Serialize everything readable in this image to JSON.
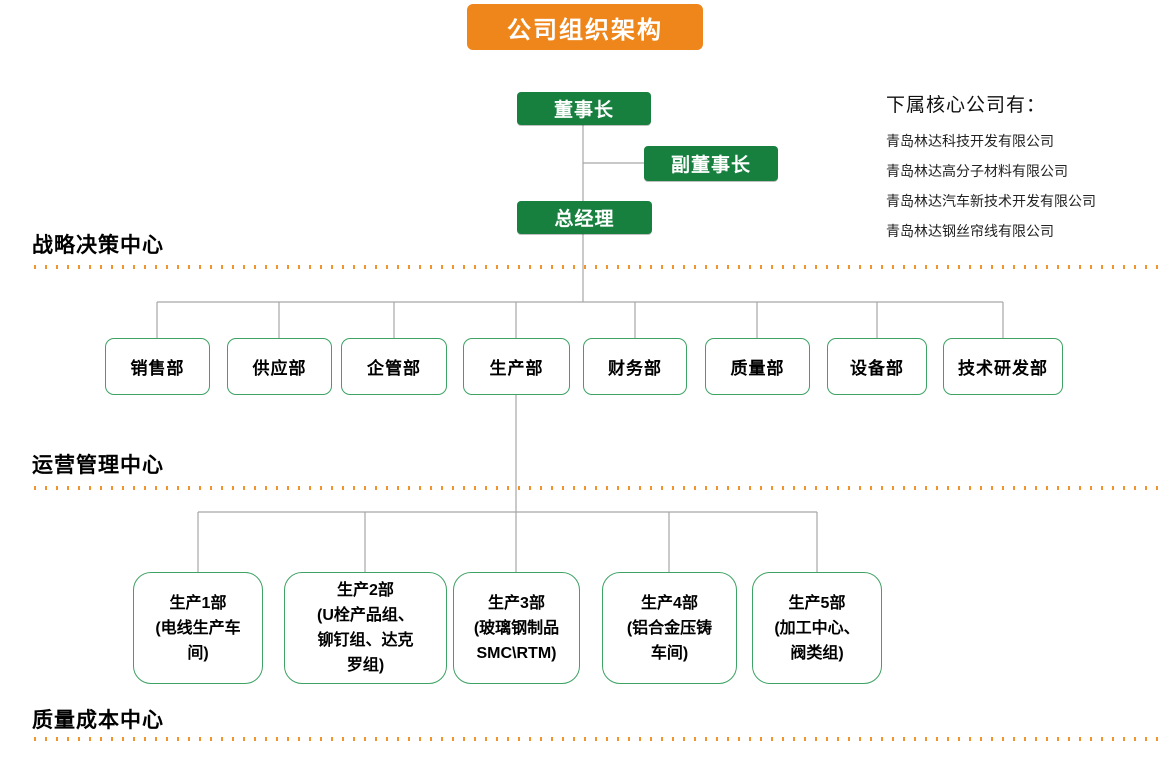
{
  "title": "公司组织架构",
  "colors": {
    "title_bg": "#EF861B",
    "node_green": "#17803F",
    "outline_green": "#3DA263",
    "connector_gray": "#A6A6A6",
    "dotted_orange": "#F0942D"
  },
  "executives": {
    "chairman": "董事长",
    "vice_chairman": "副董事长",
    "general_manager": "总经理"
  },
  "section_labels": {
    "strategic": "战略决策中心",
    "operations": "运营管理中心",
    "quality": "质量成本中心"
  },
  "subsidiaries": {
    "heading": "下属核心公司有：",
    "companies": [
      "青岛林达科技开发有限公司",
      "青岛林达高分子材料有限公司",
      "青岛林达汽车新技术开发有限公司",
      "青岛林达钢丝帘线有限公司"
    ]
  },
  "departments": [
    "销售部",
    "供应部",
    "企管部",
    "生产部",
    "财务部",
    "质量部",
    "设备部",
    "技术研发部"
  ],
  "production_departments": [
    "生产1部\n(电线生产车\n间)",
    "生产2部\n(U栓产品组、\n铆钉组、达克\n罗组)",
    "生产3部\n(玻璃钢制品\nSMC\\RTM)",
    "生产4部\n(铝合金压铸\n车间)",
    "生产5部\n(加工中心、\n阀类组)"
  ]
}
